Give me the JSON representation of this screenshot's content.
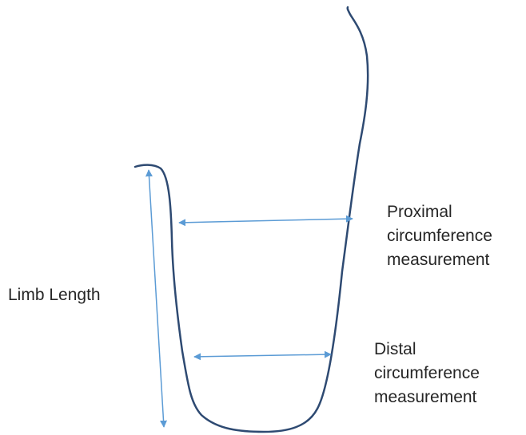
{
  "labels": {
    "limb_length": "Limb Length",
    "proximal": [
      "Proximal",
      "circumference",
      "measurement"
    ],
    "distal": [
      "Distal",
      "circumference",
      "measurement"
    ]
  },
  "colors": {
    "outline": "#2e4a72",
    "arrow": "#5b9bd5",
    "text": "#262626"
  }
}
